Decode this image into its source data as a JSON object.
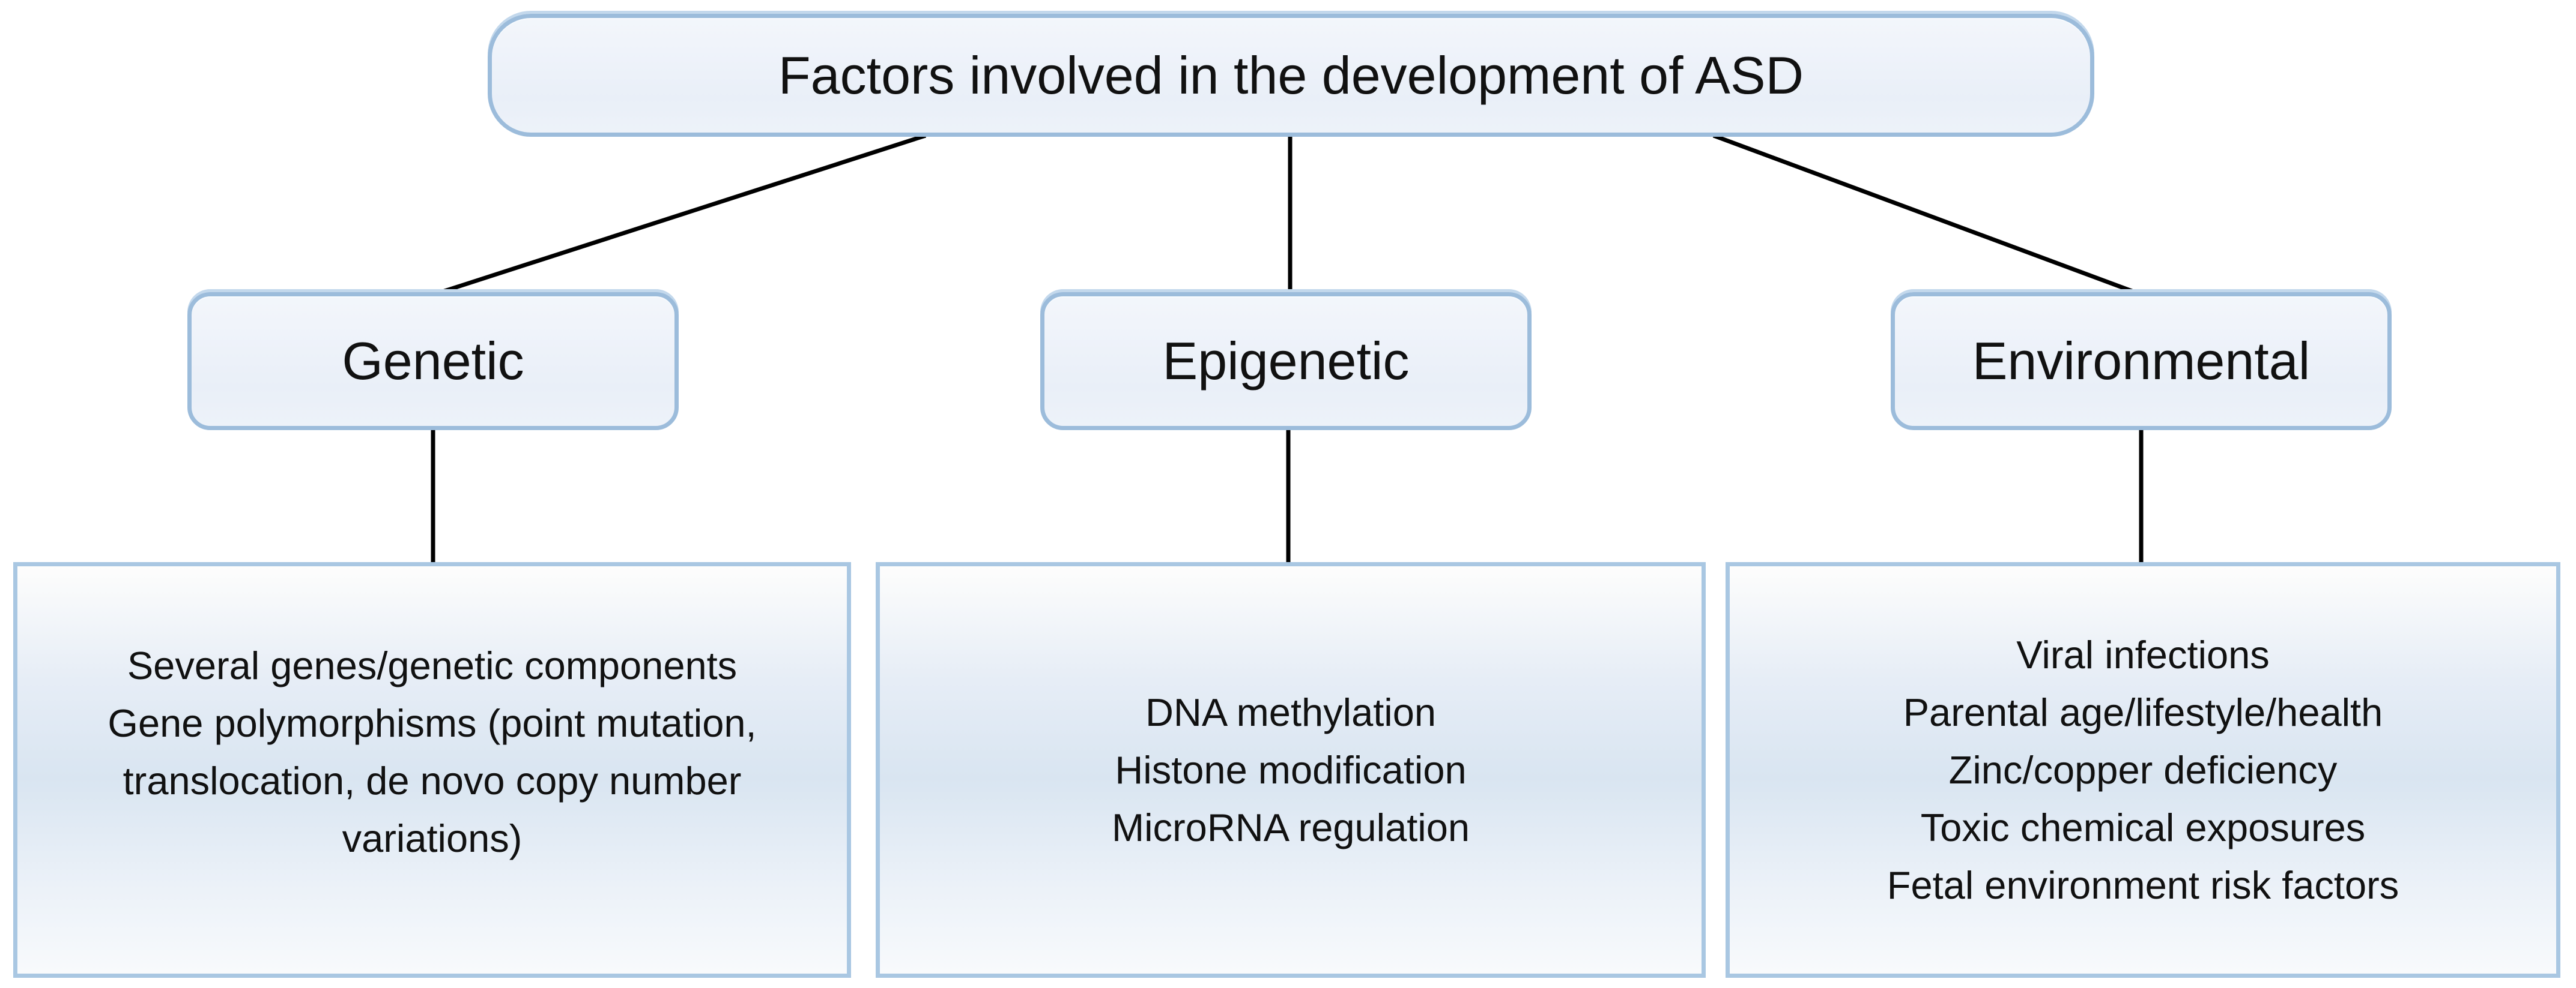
{
  "figure": {
    "title": "Factors involved in the development of ASD",
    "branches": [
      {
        "label": "Genetic",
        "lines": [
          "Several genes/genetic components",
          "Gene polymorphisms (point mutation,",
          "translocation, de novo copy number",
          "variations)"
        ]
      },
      {
        "label": "Epigenetic",
        "lines": [
          "DNA methylation",
          "Histone modification",
          "MicroRNA regulation"
        ]
      },
      {
        "label": "Environmental",
        "lines": [
          "Viral infections",
          "Parental age/lifestyle/health",
          "Zinc/copper deficiency",
          "Toxic chemical exposures",
          "Fetal environment risk factors"
        ]
      }
    ]
  },
  "colors": {
    "rounded_box_border": "#9cbcdb",
    "rounded_box_fill": "#edf2f9",
    "detail_box_border": "#a9c7e2",
    "detail_box_fill_mid": "#d9e5f1",
    "connector": "#000000",
    "text": "#111111",
    "background": "#ffffff"
  }
}
